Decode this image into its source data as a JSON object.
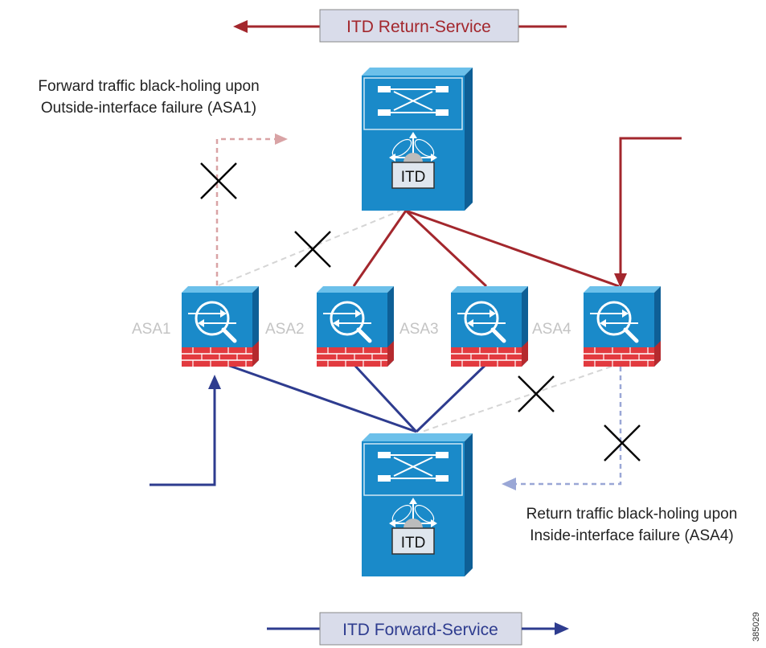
{
  "colors": {
    "return_path": "#a3272d",
    "forward_path": "#2e3c8f",
    "failed_return_path": "#d9a3a5",
    "failed_forward_path": "#9aa7d6",
    "failed_link": "#d5d5d5",
    "device_face": "#1a8ac9",
    "device_side": "#0e5f96",
    "device_top": "#5cb3e2",
    "firewall_brick": "#e23a3f",
    "itd_badge": "#dfe6ee",
    "x_mark": "#000000",
    "asa_label": "#c4c4c4"
  },
  "banners": {
    "return_service": "ITD Return-Service",
    "forward_service": "ITD Forward-Service"
  },
  "annotations": {
    "forward_failure_line1": "Forward traffic black-holing upon",
    "forward_failure_line2": "Outside-interface failure (ASA1)",
    "return_failure_line1": "Return traffic black-holing upon",
    "return_failure_line2": "Inside-interface failure (ASA4)"
  },
  "switches": {
    "top": {
      "badge": "ITD",
      "icon": "switch-with-itd-icon"
    },
    "bottom": {
      "badge": "ITD",
      "icon": "switch-with-itd-icon"
    }
  },
  "firewalls": [
    {
      "label": "ASA1",
      "icon": "asa-firewall-icon"
    },
    {
      "label": "ASA2",
      "icon": "asa-firewall-icon"
    },
    {
      "label": "ASA3",
      "icon": "asa-firewall-icon"
    },
    {
      "label": "ASA4",
      "icon": "asa-firewall-icon"
    }
  ],
  "figure_id": "385029"
}
